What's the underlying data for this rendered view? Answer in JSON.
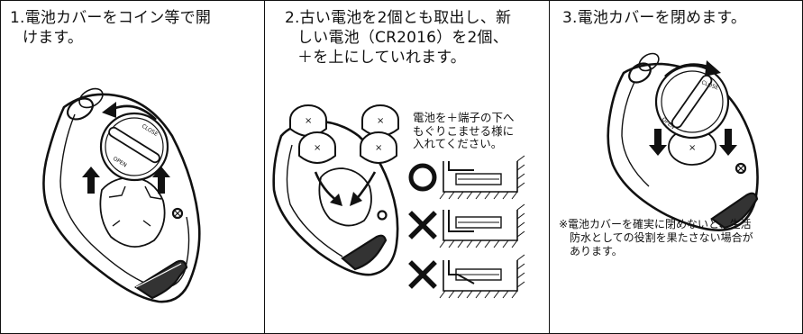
{
  "steps": [
    {
      "lines": [
        "1.電池カバーをコイン等で開",
        "けます。"
      ],
      "icons": [
        "remote-back-icon",
        "battery-cover-icon",
        "rotate-arrow-icon",
        "up-arrow-icon"
      ],
      "cover_labels": [
        "CLOSE",
        "OPEN"
      ]
    },
    {
      "lines": [
        "2.古い電池を2個とも取出し、新",
        "しい電池（CR2016）を2個、",
        "＋を上にしていれます。"
      ],
      "batteries": [
        {
          "label": "×"
        },
        {
          "label": "×"
        },
        {
          "label": "×"
        },
        {
          "label": "×"
        }
      ],
      "insert_note": [
        "電池を＋端子の下へ",
        "もぐりこませる様に",
        "入れてください。"
      ],
      "examples": [
        {
          "mark": "circle",
          "meaning": "correct"
        },
        {
          "mark": "cross",
          "meaning": "wrong"
        },
        {
          "mark": "cross",
          "meaning": "wrong"
        }
      ]
    },
    {
      "lines": [
        "3.電池カバーを閉めます。"
      ],
      "cover_labels": [
        "CLOSE",
        "OPEN"
      ],
      "note": [
        "※電池カバーを確実に閉めないと、生活",
        "防水としての役割を果たさない場合が",
        "あります。"
      ]
    }
  ],
  "colors": {
    "line": "#111111",
    "background": "#ffffff"
  }
}
